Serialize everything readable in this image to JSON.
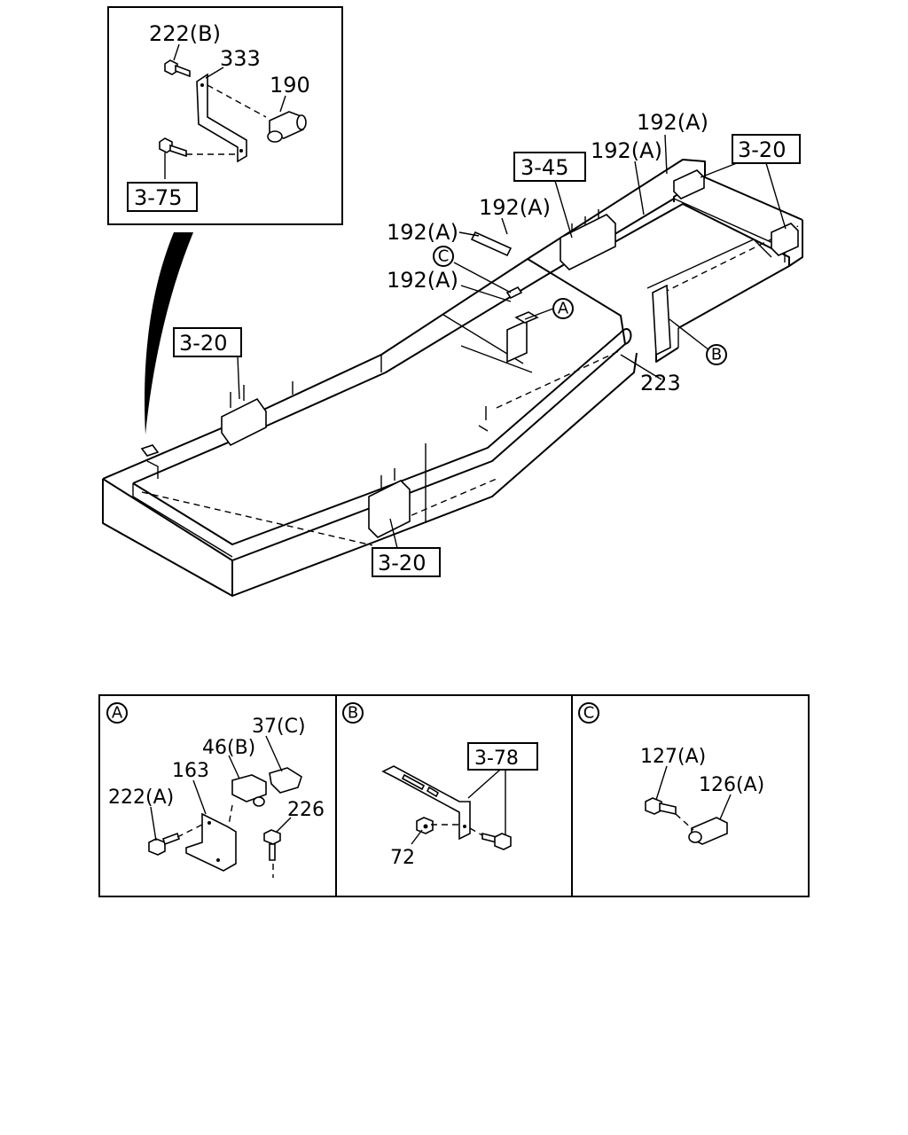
{
  "callouts": {
    "inset_bolt_top": "222(B)",
    "inset_bracket": "333",
    "inset_fitting": "190",
    "inset_ref": "3-75",
    "ref_3_20_left": "3-20",
    "ref_3_20_bottom": "3-20",
    "ref_3_20_right": "3-20",
    "ref_3_45": "3-45",
    "pipe_192_a1": "192(A)",
    "pipe_192_a2": "192(A)",
    "pipe_192_a3": "192(A)",
    "pipe_192_a4": "192(A)",
    "pipe_192_a5": "192(A)",
    "frame_223": "223",
    "marker_a": "A",
    "marker_b": "B",
    "marker_c": "C"
  },
  "detail_panels": [
    {
      "marker": "A",
      "labels": {
        "elbow": "37(C)",
        "tee": "46(B)",
        "bracket": "163",
        "bolt": "222(A)",
        "bolt2": "226"
      }
    },
    {
      "marker": "B",
      "labels": {
        "ref": "3-78",
        "nut": "72"
      }
    },
    {
      "marker": "C",
      "labels": {
        "bolt": "127(A)",
        "elbow": "126(A)"
      }
    }
  ]
}
